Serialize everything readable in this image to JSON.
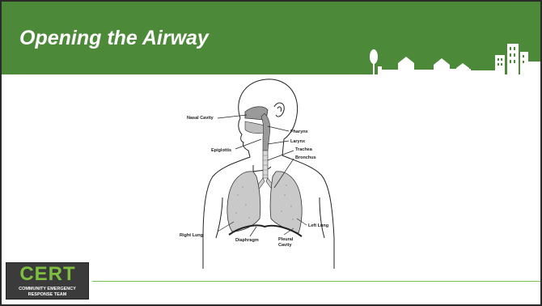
{
  "slide": {
    "title": "Opening the Airway",
    "accent_color": "#4c8a3a",
    "footer_line_color": "#7cbf4a"
  },
  "diagram": {
    "labels": {
      "nasal_cavity": "Nasal Cavity",
      "pharynx": "Pharynx",
      "larynx": "Larynx",
      "epiglottis": "Epiglottis",
      "trachea": "Trachea",
      "bronchus": "Bronchus",
      "right_lung": "Right Lung",
      "diaphragm": "Diaphragm",
      "pleural_cavity_line1": "Pleural",
      "pleural_cavity_line2": "Cavity",
      "left_lung": "Left Lung"
    }
  },
  "logo": {
    "word": "CERT",
    "line1": "COMMUNITY EMERGENCY",
    "line2": "RESPONSE TEAM"
  }
}
